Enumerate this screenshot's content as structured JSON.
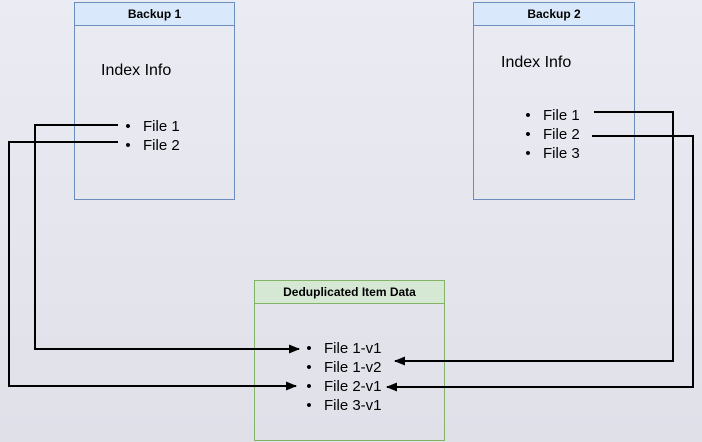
{
  "diagram": {
    "backup1": {
      "title": "Backup 1",
      "index_label": "Index Info",
      "files": [
        "File 1",
        "File 2"
      ]
    },
    "backup2": {
      "title": "Backup 2",
      "index_label": "Index Info",
      "files": [
        "File 1",
        "File 2",
        "File 3"
      ]
    },
    "dedup": {
      "title": "Deduplicated Item Data",
      "items": [
        "File 1-v1",
        "File 1-v2",
        "File 2-v1",
        "File 3-v1"
      ]
    }
  },
  "colors": {
    "backup-fill": "#dae8fc",
    "backup-border": "#6c8ebf",
    "dedup-fill": "#d5e8d4",
    "dedup-border": "#82b366",
    "arrow": "#000000",
    "canvas-top": "#ebebf3",
    "canvas-bottom": "#e0e0e9"
  }
}
